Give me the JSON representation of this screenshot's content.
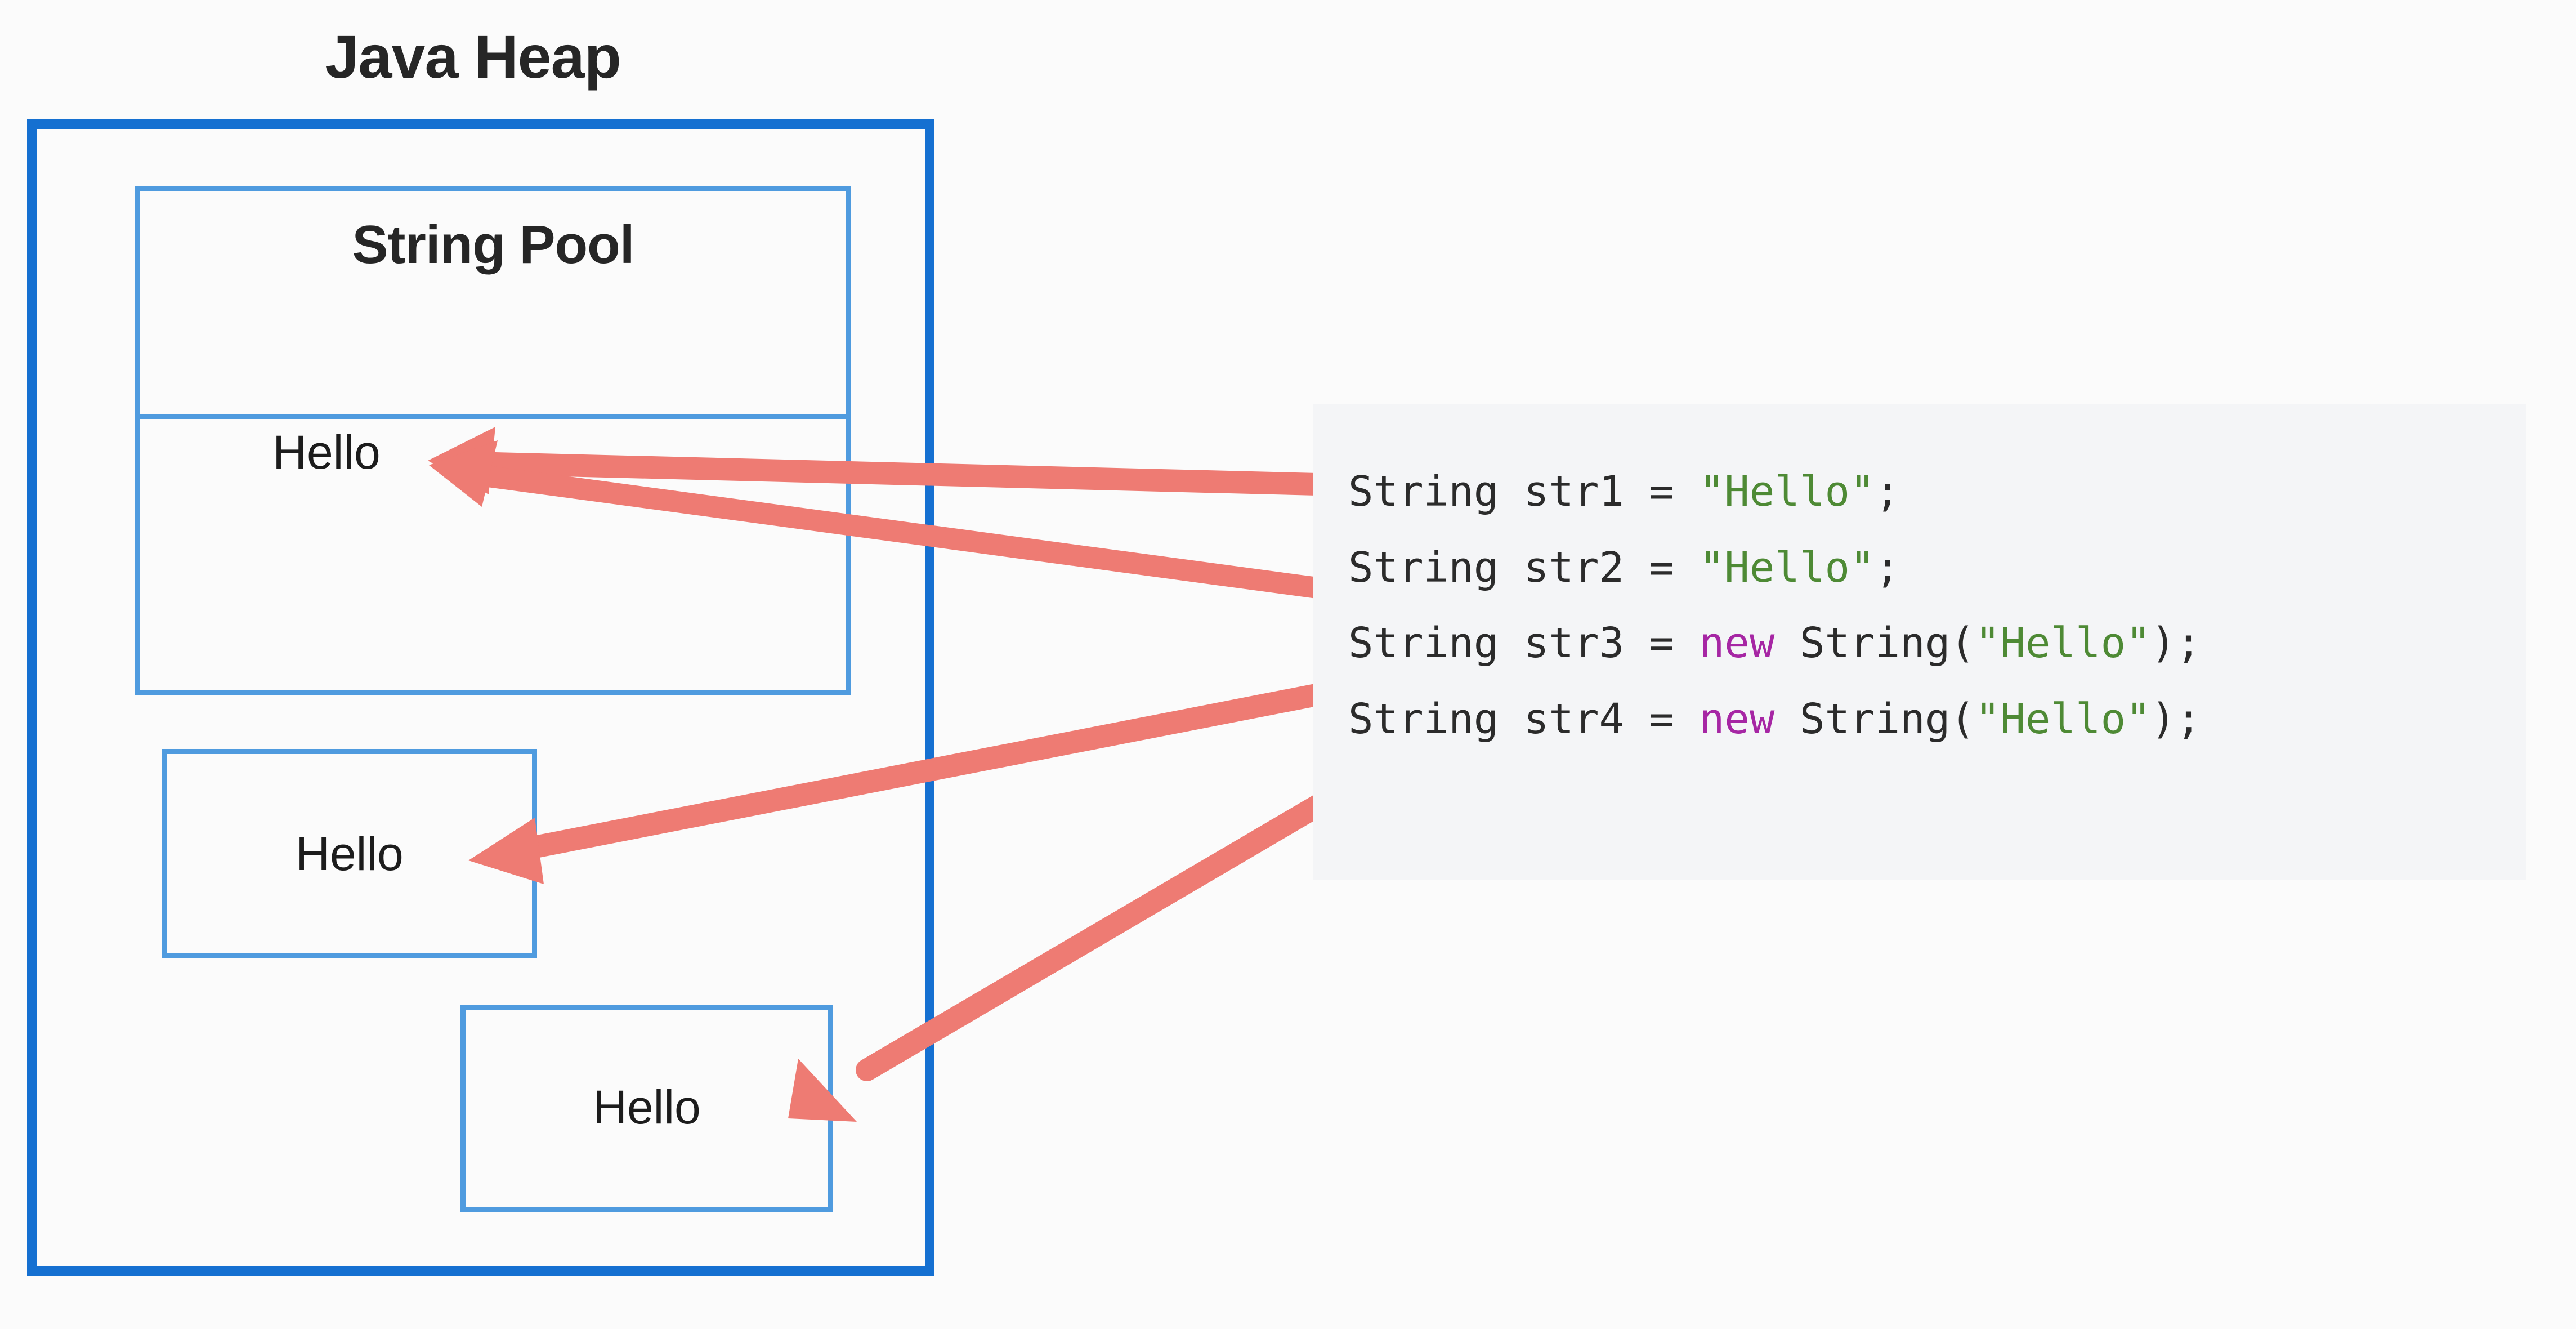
{
  "diagram": {
    "heap": {
      "title": "Java Heap",
      "border_color": "#1570d1"
    },
    "string_pool": {
      "title": "String Pool",
      "border_color": "#4f9bdf",
      "entries": [
        "Hello"
      ]
    },
    "heap_objects": [
      {
        "label": "Hello"
      },
      {
        "label": "Hello"
      }
    ],
    "arrow_color": "#ee7b73"
  },
  "code": {
    "background": "#f4f5f7",
    "lines": [
      {
        "full_text": "String str1 = \"Hello\";",
        "tokens": [
          {
            "text": "String str1 = ",
            "kind": "plain"
          },
          {
            "text": "\"Hello\"",
            "kind": "string"
          },
          {
            "text": ";",
            "kind": "plain"
          }
        ]
      },
      {
        "full_text": "String str2 = \"Hello\";",
        "tokens": [
          {
            "text": "String str2 = ",
            "kind": "plain"
          },
          {
            "text": "\"Hello\"",
            "kind": "string"
          },
          {
            "text": ";",
            "kind": "plain"
          }
        ]
      },
      {
        "full_text": "String str3 = new String(\"Hello\");",
        "tokens": [
          {
            "text": "String str3 = ",
            "kind": "plain"
          },
          {
            "text": "new",
            "kind": "keyword"
          },
          {
            "text": " String(",
            "kind": "plain"
          },
          {
            "text": "\"Hello\"",
            "kind": "string"
          },
          {
            "text": ");",
            "kind": "plain"
          }
        ]
      },
      {
        "full_text": "String str4 = new String(\"Hello\");",
        "tokens": [
          {
            "text": "String str4 = ",
            "kind": "plain"
          },
          {
            "text": "new",
            "kind": "keyword"
          },
          {
            "text": " String(",
            "kind": "plain"
          },
          {
            "text": "\"Hello\"",
            "kind": "string"
          },
          {
            "text": ");",
            "kind": "plain"
          }
        ]
      }
    ],
    "colors": {
      "plain": "#2b2b2b",
      "string": "#4e8a35",
      "keyword": "#a626a4"
    }
  }
}
